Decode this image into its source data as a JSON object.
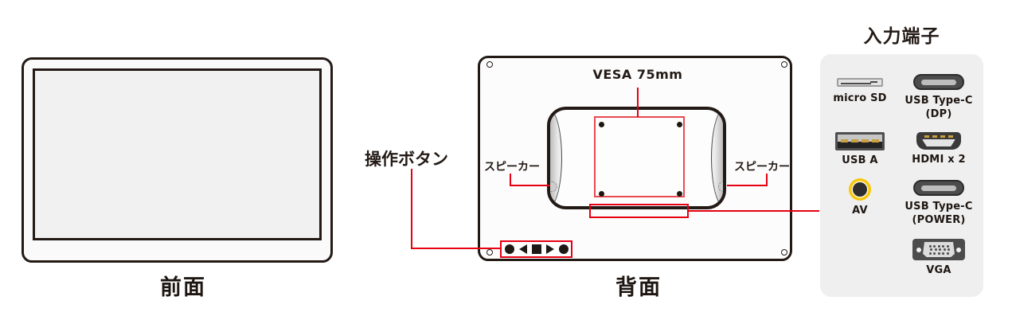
{
  "figure": {
    "front": {
      "caption": "前面"
    },
    "back": {
      "caption": "背面",
      "vesa_label": "VESA 75mm",
      "speaker_left_label": "スピーカー",
      "speaker_right_label": "スピーカー",
      "buttons_label": "操作ボタン"
    },
    "io": {
      "title": "入力端子",
      "ports": [
        {
          "name": "micro-sd",
          "label": "micro SD"
        },
        {
          "name": "usb-type-c-dp",
          "label": "USB Type-C",
          "sublabel": "(DP)"
        },
        {
          "name": "usb-a",
          "label": "USB A"
        },
        {
          "name": "hdmi-x2",
          "label": "HDMI x 2"
        },
        {
          "name": "av",
          "label": "AV"
        },
        {
          "name": "usb-type-c-power",
          "label": "USB Type-C",
          "sublabel": "(POWER)"
        },
        {
          "name": "vga",
          "label": "VGA"
        }
      ]
    }
  },
  "colors": {
    "annotation_red": "#e60012",
    "vesa_square_red": "#ea4a52",
    "outline_black": "#231a15",
    "io_panel_bg": "#efefef",
    "av_jack_yellow": "#f6c70b",
    "contact_gold": "#c99f3f"
  }
}
